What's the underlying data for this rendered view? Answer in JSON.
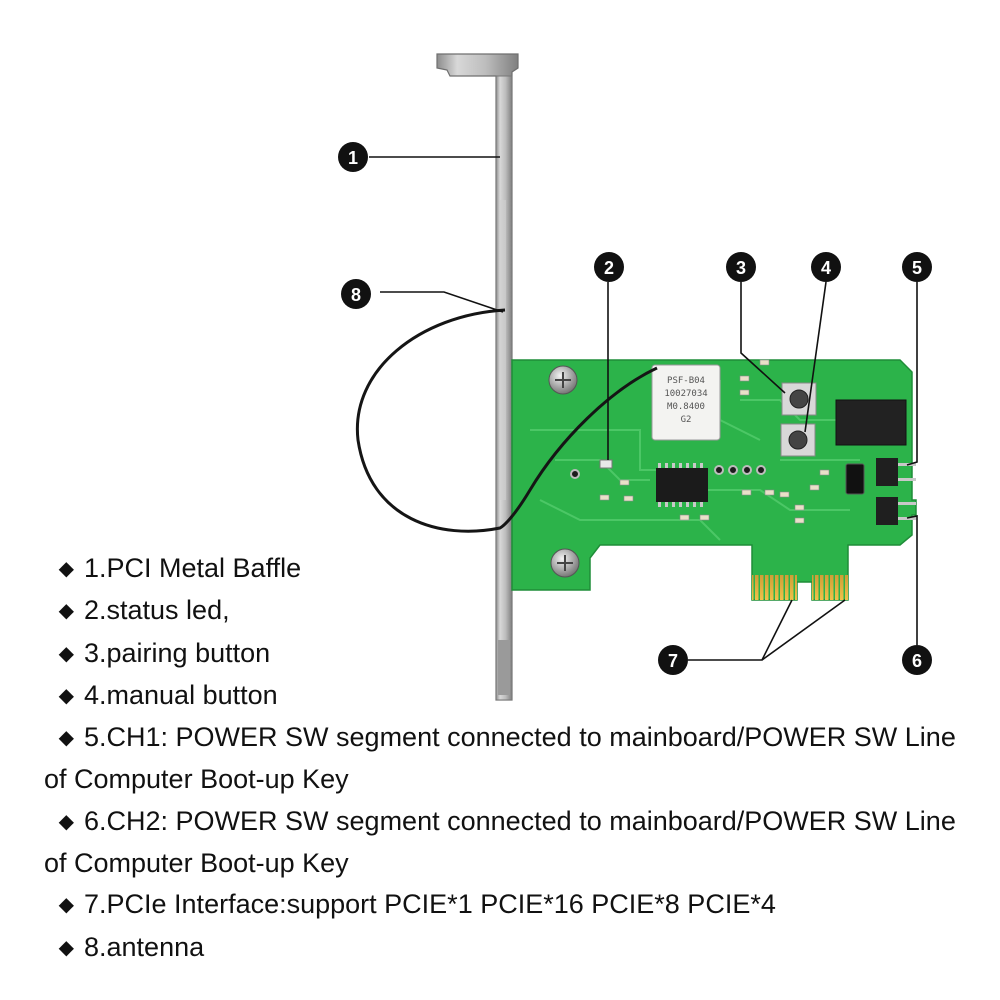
{
  "chip": {
    "line1": "PSF-B04",
    "line2": "10027034",
    "line3": "M0.8400",
    "line4": "G2"
  },
  "callouts": [
    {
      "num": "1"
    },
    {
      "num": "2"
    },
    {
      "num": "3"
    },
    {
      "num": "4"
    },
    {
      "num": "5"
    },
    {
      "num": "6"
    },
    {
      "num": "7"
    },
    {
      "num": "8"
    }
  ],
  "legend": {
    "bullet": "◆",
    "items": [
      {
        "text": "1.PCI Metal Baffle"
      },
      {
        "text": "2.status led,"
      },
      {
        "text": "3.pairing button"
      },
      {
        "text": "4.manual button"
      },
      {
        "text": "5.CH1: POWER SW segment connected to mainboard/POWER SW Line of Computer Boot-up Key"
      },
      {
        "text": "6.CH2: POWER SW segment connected to mainboard/POWER SW Line of Computer Boot-up Key"
      },
      {
        "text": "7.PCIe Interface:support PCIE*1 PCIE*16 PCIE*8 PCIE*4"
      },
      {
        "text": "8.antenna"
      }
    ]
  },
  "colors": {
    "pcb": "#2cb34a",
    "pcb_trace": "#4cc766",
    "metal": "#b9b9b9",
    "gold": "#d9a631",
    "callout_bg": "#111111"
  }
}
